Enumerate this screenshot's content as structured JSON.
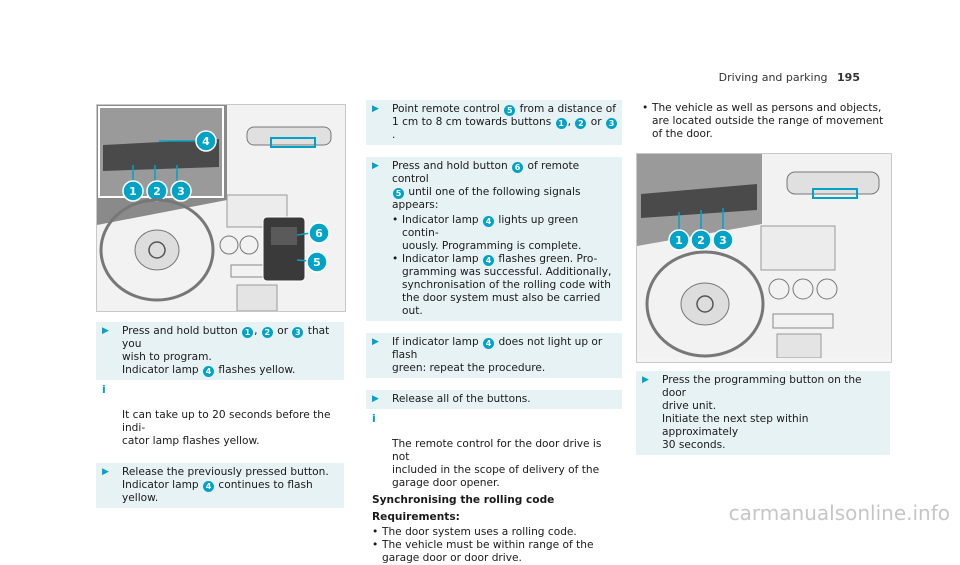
{
  "header": {
    "section": "Driving and parking",
    "page": "195"
  },
  "col1": {
    "step1_lines": [
      "Press and hold button [1], [2] or [3] that you",
      "wish to program.",
      "Indicator lamp [4] flashes yellow."
    ],
    "note1": "It can take up to 20 seconds before the indi-\ncator lamp flashes yellow.",
    "step2_lines": [
      "Release the previously pressed button.",
      "Indicator lamp [4] continues to flash yellow."
    ]
  },
  "col2": {
    "step1_lines": [
      "Point remote control [5] from a distance of",
      "1 cm to 8 cm towards buttons [1], [2] or [3]."
    ],
    "step2_lines": [
      "Press and hold button [6] of remote control",
      "[5] until one of the following signals appears:"
    ],
    "step2_bullets": [
      "Indicator lamp [4] lights up green contin-\nuously. Programming is complete.",
      "Indicator lamp [4] flashes green. Pro-\ngramming was successful. Additionally,\nsynchronisation of the rolling code with\nthe door system must also be carried out."
    ],
    "step3_lines": [
      "If indicator lamp [4] does not light up or flash",
      "green: repeat the procedure."
    ],
    "step4_lines": [
      "Release all of the buttons."
    ],
    "note1": "The remote control for the door drive is not\nincluded in the scope of delivery of the\ngarage door opener.",
    "heading": "Synchronising the rolling code",
    "req_label": "Requirements:",
    "req_items": [
      "The door system uses a rolling code.",
      "The vehicle must be within range of the\ngarage door or door drive."
    ]
  },
  "col3": {
    "bullets": [
      "The vehicle as well as persons and objects,\nare located outside the range of movement\nof the door."
    ],
    "step1_lines": [
      "Press the programming button on the door",
      "drive unit.",
      "Initiate the next step within approximately",
      "30 seconds."
    ]
  },
  "watermark": "carmanualsonline.info",
  "colors": {
    "accent": "#00a3c8",
    "step_bg": "#e7f2f5"
  }
}
